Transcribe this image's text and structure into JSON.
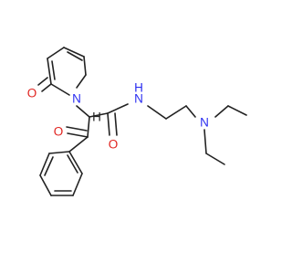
{
  "molecule": {
    "atoms": {
      "O_pyridone": {
        "symbol": "O",
        "color": "#e0221e"
      },
      "N_pyridine": {
        "symbol": "N",
        "color": "#2a2df0"
      },
      "O_ketone": {
        "symbol": "O",
        "color": "#e0221e"
      },
      "NH_amide": {
        "symbol": "N",
        "h": "H",
        "color": "#2a2df0"
      },
      "O_amide": {
        "symbol": "O",
        "color": "#e0221e"
      },
      "N_amine": {
        "symbol": "N",
        "color": "#2a2df0"
      },
      "H_alpha": {
        "symbol": "H",
        "color": "#222222"
      }
    },
    "bond_color": "#222222"
  }
}
